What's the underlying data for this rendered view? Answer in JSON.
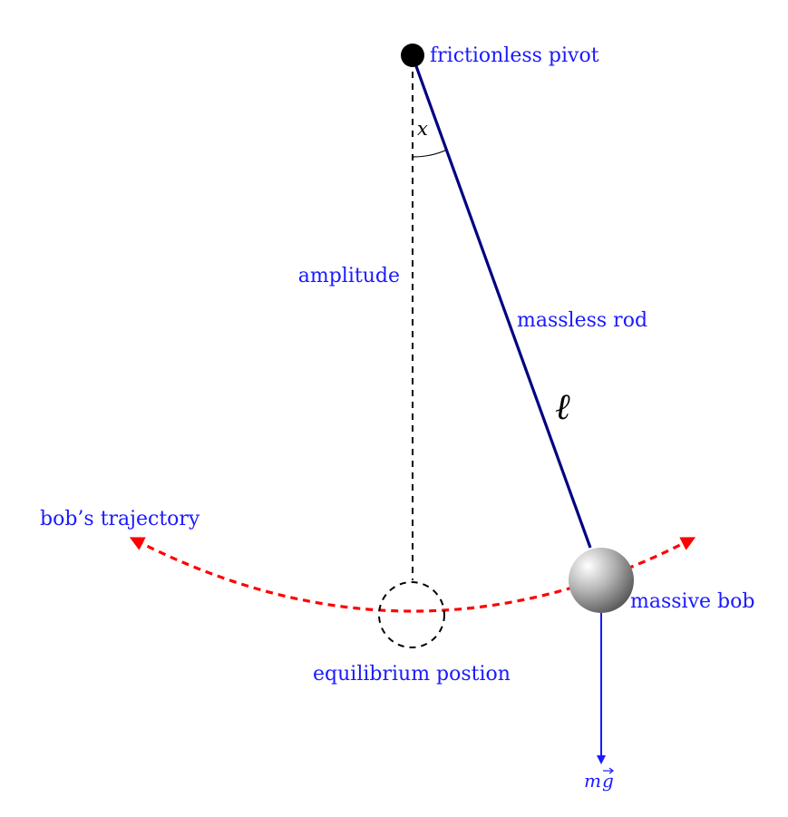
{
  "colors": {
    "label": "#1a1aff",
    "rod": "#000080",
    "trajectory": "#ff0000",
    "force": "#1a1aff",
    "guide": "#000000",
    "pivot": "#000000"
  },
  "labels": {
    "pivot": "frictionless pivot",
    "angle": "x",
    "amplitude": "amplitude",
    "rod": "massless rod",
    "length": "ℓ",
    "trajectory": "bob’s trajectory",
    "bob": "massive bob",
    "equilibrium": "equilibrium postion",
    "force_m": "m",
    "force_g": "g"
  }
}
